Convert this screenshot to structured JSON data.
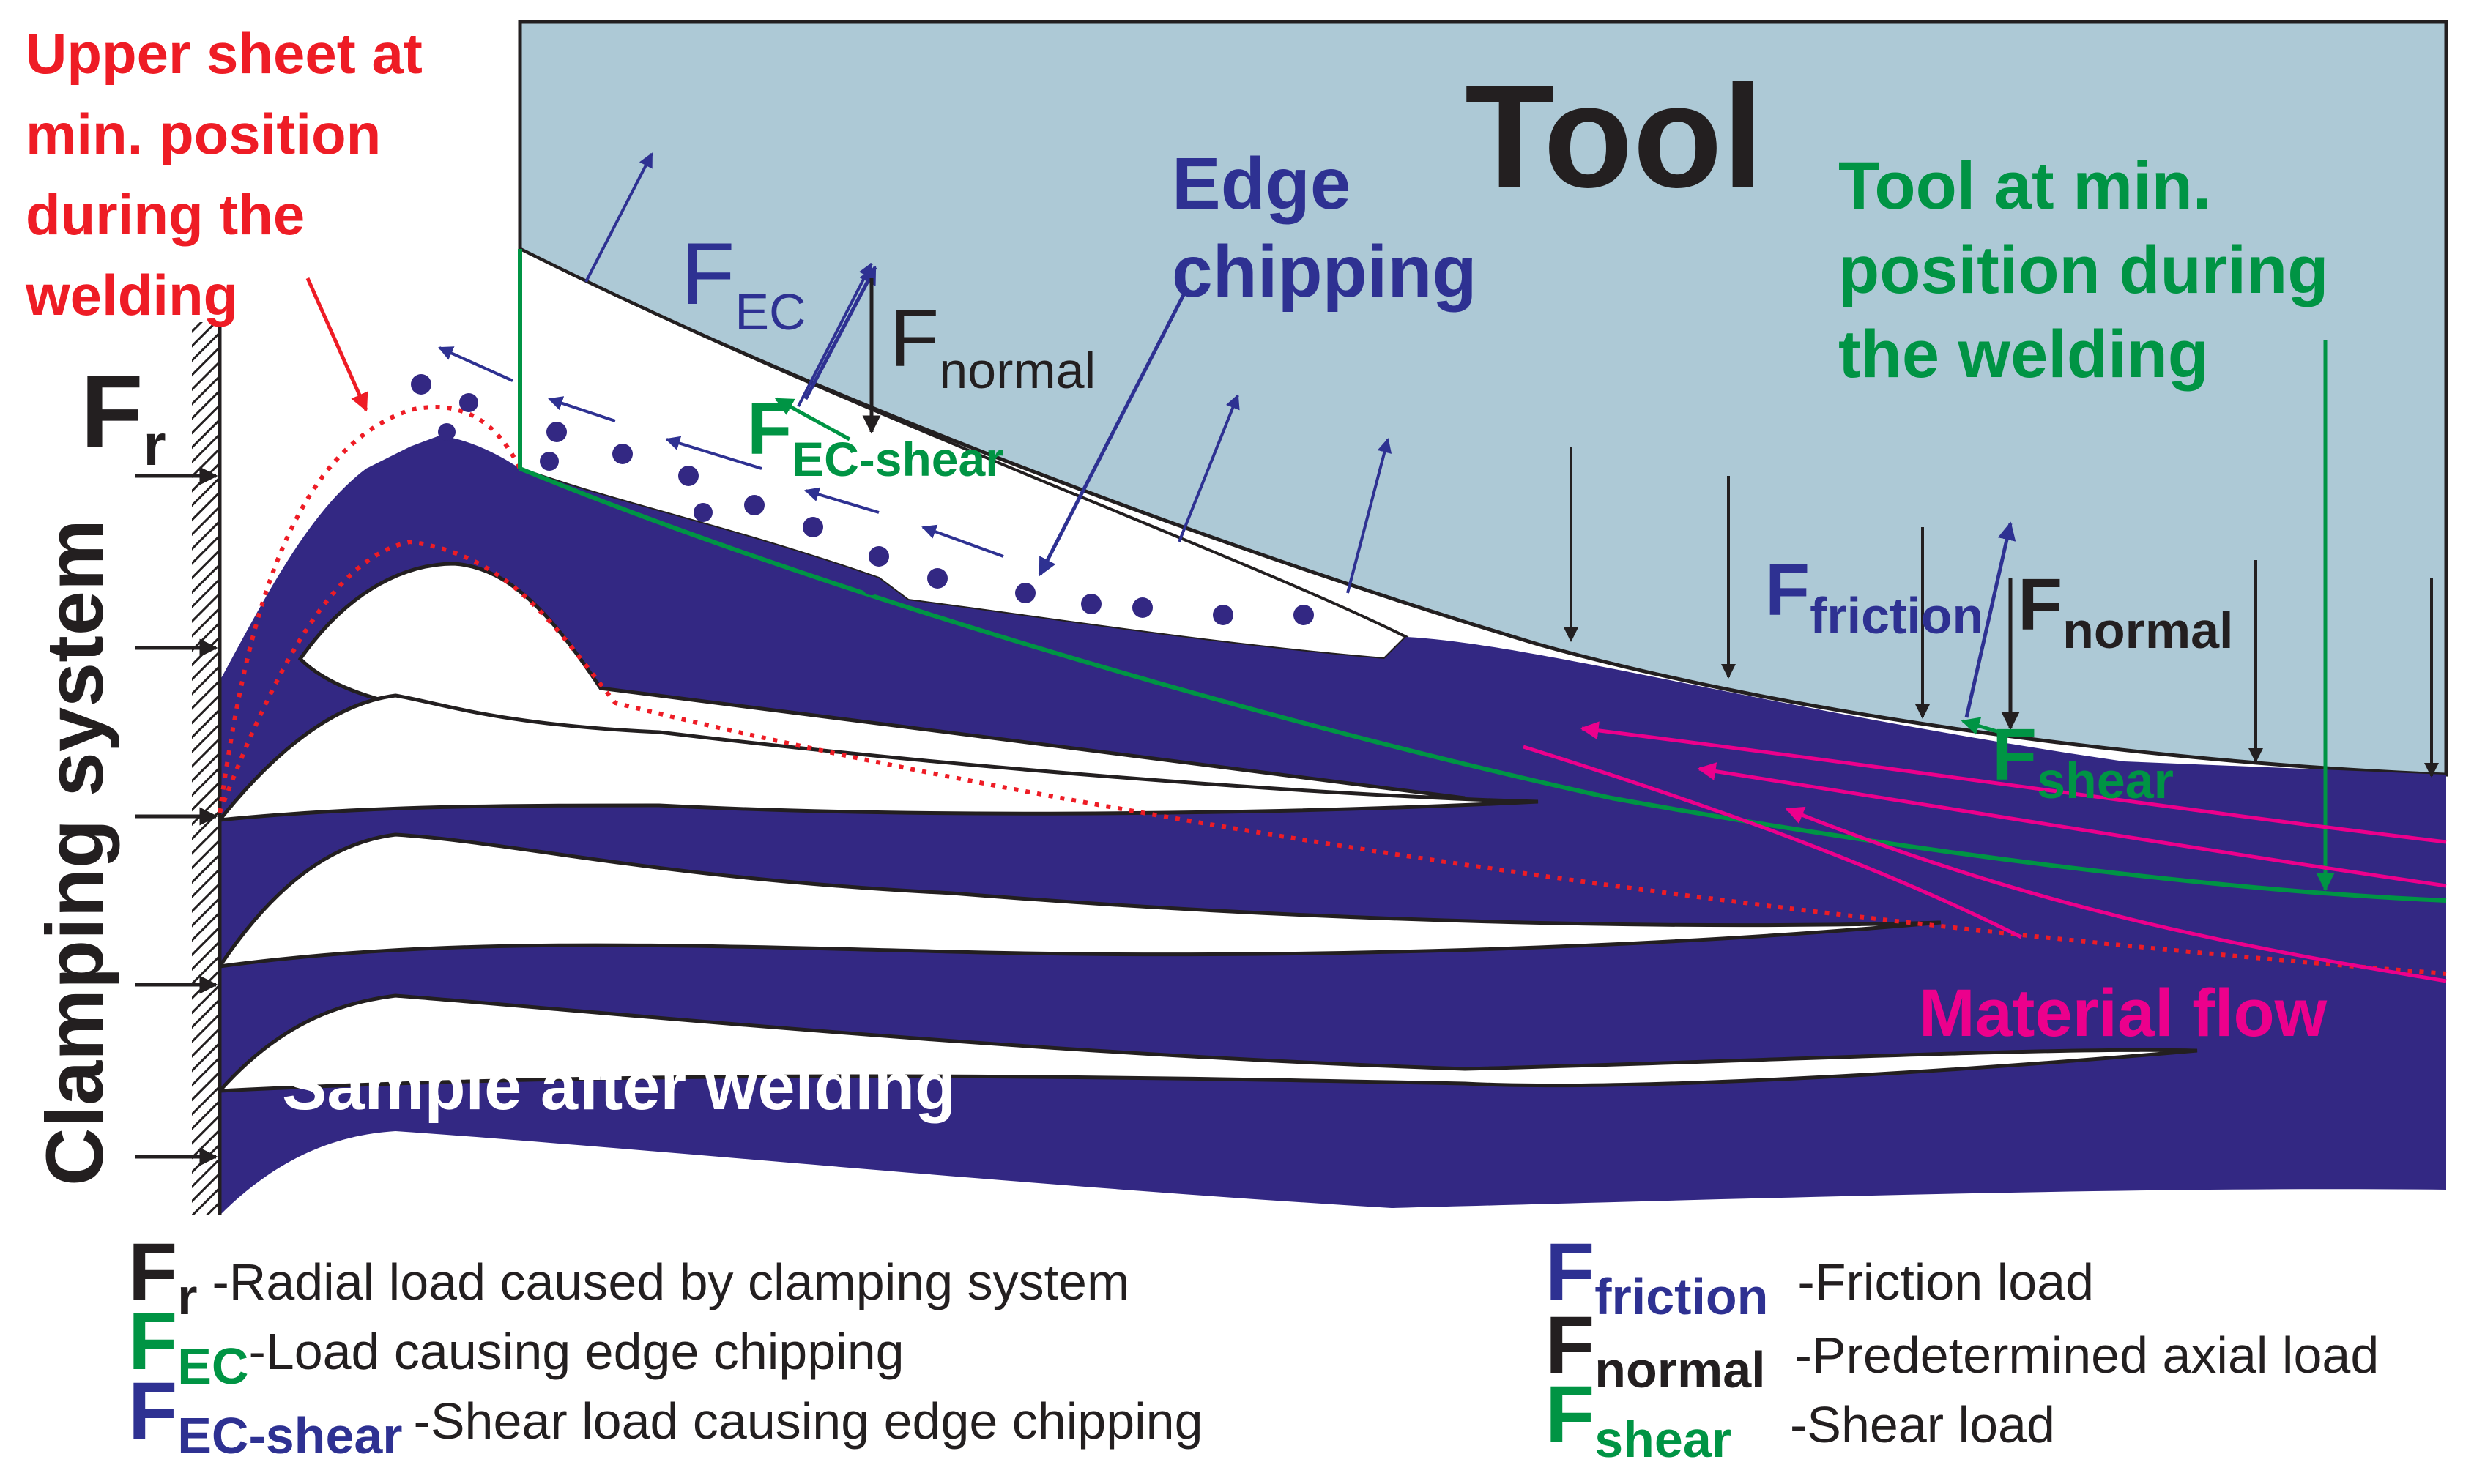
{
  "colors": {
    "tool_fill": "#adc9d6",
    "sheet_fill": "#332883",
    "green": "#009444",
    "red": "#ee1c25",
    "magenta": "#ec008c",
    "navy_text": "#2e3192",
    "black": "#231f20"
  },
  "labels": {
    "tool": "Tool",
    "upper_sheet": [
      "Upper sheet at",
      "min. position",
      "during the",
      "welding"
    ],
    "edge_chipping": [
      "Edge",
      "chipping"
    ],
    "tool_min": [
      "Tool at min.",
      "position during",
      "the welding"
    ],
    "clamping": "Clamping system",
    "sample": "Sample after welding",
    "material_flow": "Material flow",
    "fr_main": "F",
    "fr_sub": "r",
    "fec_main": "F",
    "fec_sub": "EC",
    "fnormal_main": "F",
    "fnormal_sub": "normal",
    "fecshear_main": "F",
    "fecshear_sub": "EC-shear",
    "ffriction_main": "F",
    "ffriction_sub": "friction",
    "fnormal2_main": "F",
    "fnormal2_sub": "normal",
    "fshear_main": "F",
    "fshear_sub": "shear"
  },
  "legend": [
    {
      "symbol": "F",
      "sub": "r",
      "text": "-Radial load caused by clamping system"
    },
    {
      "symbol": "F",
      "sub": "EC",
      "text": "-Load causing edge chipping"
    },
    {
      "symbol": "F",
      "sub": "EC-shear",
      "text": "-Shear load causing edge chipping"
    },
    {
      "symbol": "F",
      "sub": "friction",
      "text": "-Friction load"
    },
    {
      "symbol": "F",
      "sub": "normal",
      "text": "-Predetermined axial load"
    },
    {
      "symbol": "F",
      "sub": "shear",
      "text": "-Shear load"
    }
  ]
}
